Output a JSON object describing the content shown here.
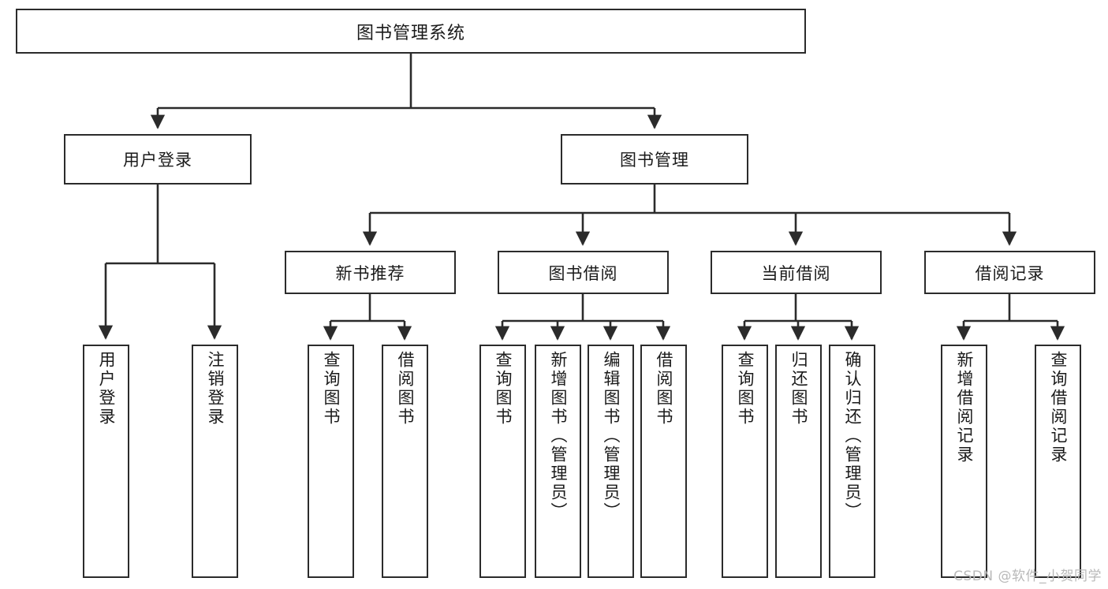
{
  "diagram": {
    "title": "图书管理系统",
    "type": "tree-hierarchy",
    "watermark": "CSDN @软件_小贺同学",
    "colors": {
      "stroke": "#2b2b2b",
      "fill": "#ffffff",
      "text": "#1a1a1a",
      "watermark": "#b9b9b9"
    },
    "levels": {
      "root": {
        "label": "图书管理系统"
      },
      "level1": [
        {
          "id": "user-login",
          "label": "用户登录"
        },
        {
          "id": "book-management",
          "label": "图书管理"
        }
      ],
      "level2": [
        {
          "id": "new-book-recommend",
          "label": "新书推荐",
          "parent": "book-management"
        },
        {
          "id": "book-borrow",
          "label": "图书借阅",
          "parent": "book-management"
        },
        {
          "id": "current-borrow",
          "label": "当前借阅",
          "parent": "book-management"
        },
        {
          "id": "borrow-record",
          "label": "借阅记录",
          "parent": "book-management"
        }
      ],
      "leaves": {
        "user-login": [
          {
            "id": "leaf-user-login",
            "label": "用户登录"
          },
          {
            "id": "leaf-logout-login",
            "label": "注销登录"
          }
        ],
        "new-book-recommend": [
          {
            "id": "leaf-query-book-1",
            "label": "查询图书"
          },
          {
            "id": "leaf-borrow-book-1",
            "label": "借阅图书"
          }
        ],
        "book-borrow": [
          {
            "id": "leaf-query-book-2",
            "label": "查询图书"
          },
          {
            "id": "leaf-add-book-admin",
            "label": "新增图书（管理员）"
          },
          {
            "id": "leaf-edit-book-admin",
            "label": "编辑图书（管理员）"
          },
          {
            "id": "leaf-borrow-book-2",
            "label": "借阅图书"
          }
        ],
        "current-borrow": [
          {
            "id": "leaf-query-book-3",
            "label": "查询图书"
          },
          {
            "id": "leaf-return-book",
            "label": "归还图书"
          },
          {
            "id": "leaf-confirm-return-admin",
            "label": "确认归还（管理员）"
          }
        ],
        "borrow-record": [
          {
            "id": "leaf-add-borrow-record",
            "label": "新增借阅记录"
          },
          {
            "id": "leaf-query-borrow-record",
            "label": "查询借阅记录"
          }
        ]
      }
    }
  }
}
